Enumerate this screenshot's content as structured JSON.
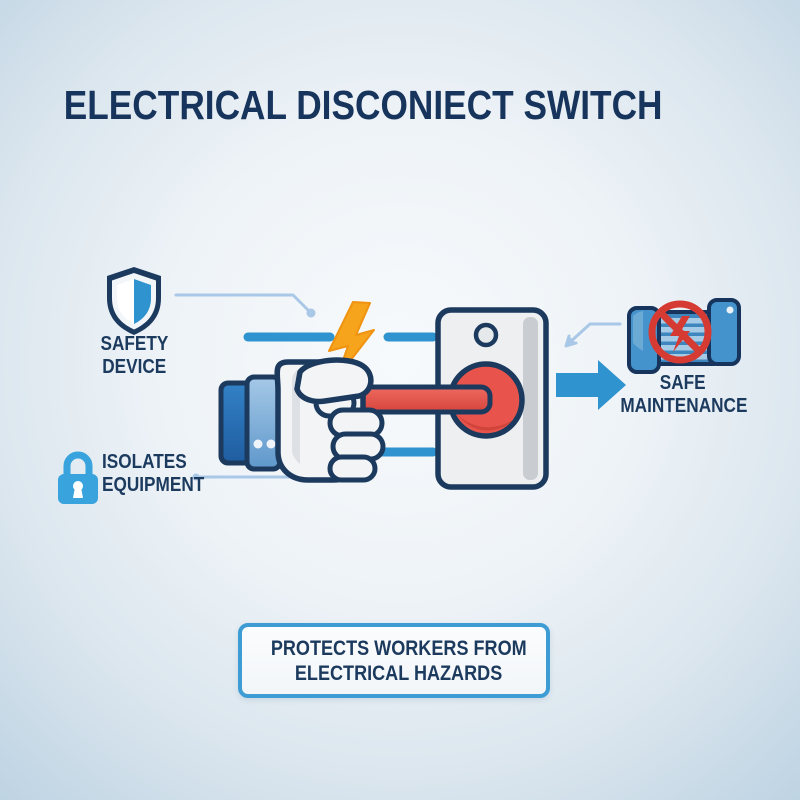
{
  "title": "ELECTRICAL DISCONIECT SWITCH",
  "colors": {
    "navy_outline_text": "#1b3a5e",
    "accent_blue": "#2e93ce",
    "thin_connector_blue": "#a9c7e6",
    "lever_red": "#e8544c",
    "prohibition_red": "#d63b33",
    "lightning_orange": "#f7a41d",
    "panel_gray": "#edeff1",
    "banner_border_blue": "#3e9cd4",
    "background_edge_blue": "#bed3e3"
  },
  "features": {
    "safety_device": {
      "line1": "SAFETY",
      "line2": "DEVICE",
      "icon": "shield-icon"
    },
    "isolates_equipment": {
      "line1": "ISOLATES",
      "line2": "EQUIPMENT",
      "icon": "padlock-icon"
    },
    "safe_maintenance": {
      "line1": "SAFE",
      "line2": "MAINTENANCE",
      "icon": "motor-no-power-icon"
    }
  },
  "banner": {
    "line1": "PROTECTS WORKERS FROM",
    "line2": "ELECTRICAL HAZARDS",
    "icon": "worker-warning-triangle-icon"
  },
  "illustration": {
    "description": "gloved hand pulling red lever on disconnect switch panel",
    "icons": [
      "hand-pulling-lever-icon",
      "switch-panel-icon",
      "lightning-bolt-icon",
      "right-arrow-icon"
    ]
  }
}
